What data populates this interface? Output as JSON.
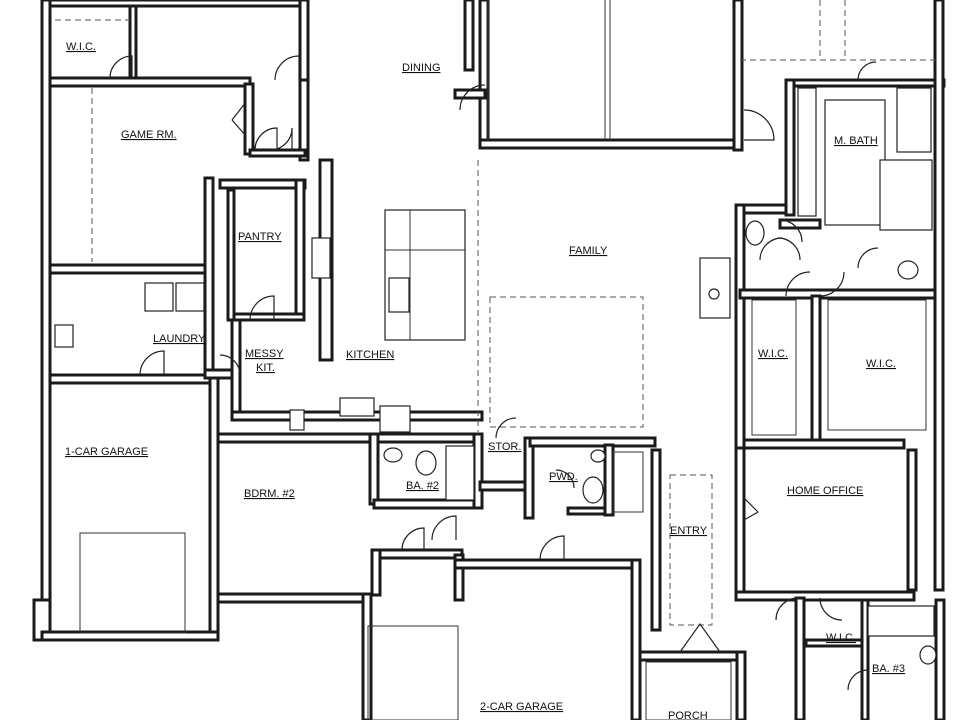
{
  "rooms": {
    "wic_top": "W.I.C.",
    "dining": "DINING",
    "game_rm": "GAME RM.",
    "m_bath": "M. BATH",
    "pantry": "PANTRY",
    "family": "FAMILY",
    "laundry": "LAUNDRY",
    "messy_line1": "MESSY",
    "messy_line2": "KIT.",
    "kitchen": "KITCHEN",
    "wic_left": "W.I.C.",
    "wic_right": "W.I.C.",
    "garage_1car": "1-CAR GARAGE",
    "stor": "STOR.",
    "ba2": "BA. #2",
    "pwd": "PWD.",
    "bdrm2": "BDRM. #2",
    "home_office": "HOME OFFICE",
    "entry": "ENTRY",
    "wic_bottom": "W.I.C.",
    "ba3": "BA. #3",
    "garage_2car": "2-CAR GARAGE",
    "porch": "PORCH"
  },
  "colors": {
    "wall": "#1a1a1a",
    "background": "#ffffff"
  }
}
